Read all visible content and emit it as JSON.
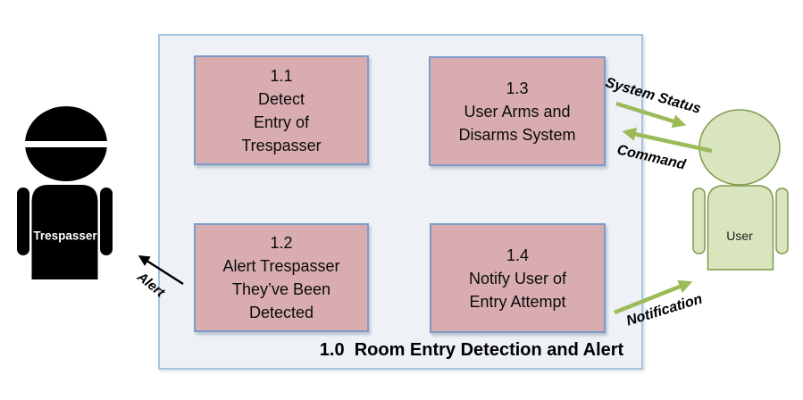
{
  "system": {
    "label": "1.0  Room Entry Detection and Alert",
    "processes": [
      {
        "id": "1.1",
        "lines": [
          "1.1",
          "Detect",
          "Entry of",
          "Trespasser"
        ]
      },
      {
        "id": "1.2",
        "lines": [
          "1.2",
          "Alert Trespasser",
          "They’ve Been",
          "Detected"
        ]
      },
      {
        "id": "1.3",
        "lines": [
          "1.3",
          "User Arms and",
          "Disarms System"
        ]
      },
      {
        "id": "1.4",
        "lines": [
          "1.4",
          "Notify User of",
          "Entry Attempt"
        ]
      }
    ]
  },
  "entities": {
    "trespasser": {
      "label": "Trespasser"
    },
    "user": {
      "label": "User"
    }
  },
  "flows": [
    {
      "label": "System Status",
      "from": "1.3",
      "to": "User"
    },
    {
      "label": "Command",
      "from": "User",
      "to": "1.3"
    },
    {
      "label": "Notification",
      "from": "1.4",
      "to": "User"
    },
    {
      "label": "Alert",
      "from": "1.2",
      "to": "Trespasser"
    }
  ],
  "colors": {
    "process_fill": "#d9adb0",
    "process_border": "#7e9bc8",
    "boundary_fill": "#eef2f6",
    "boundary_border": "#a8c2de",
    "flow_green": "#9bbb59",
    "flow_black": "#000000",
    "user_fill": "#d9e5bf",
    "user_border": "#7f9a4d",
    "trespasser_fill": "#000000"
  }
}
